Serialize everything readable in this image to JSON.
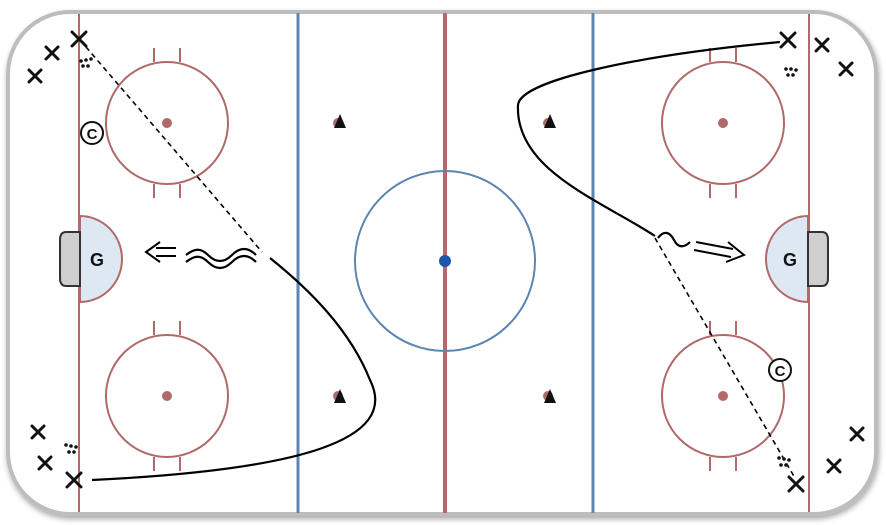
{
  "diagram": {
    "type": "hockey-drill",
    "colors": {
      "boards": "#c8c8c8",
      "ice": "#ffffff",
      "red_line": "#b06a6a",
      "blue_line": "#5b86b0",
      "center_dot": "#1a56b0",
      "skate_path": "#000000",
      "pass_path": "#000000"
    },
    "goalie_label": "G",
    "coach_label": "C",
    "icons": [
      "player-x-icon",
      "puck-pile-icon",
      "cone-icon",
      "coach-icon",
      "goalie-icon",
      "shot-arrow-icon"
    ]
  }
}
